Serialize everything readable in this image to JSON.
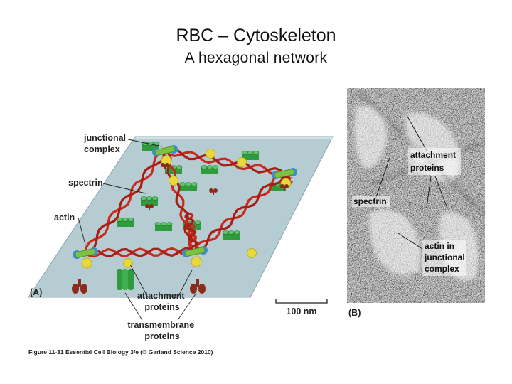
{
  "slide": {
    "title": "RBC – Cytoskeleton",
    "subtitle": "A hexagonal  network"
  },
  "panel_a": {
    "label": "(A)",
    "junctional_complex": [
      "junctional",
      "complex"
    ],
    "spectrin": "spectrin",
    "actin": "actin",
    "attachment_proteins": [
      "attachment",
      "proteins"
    ],
    "transmembrane_proteins": [
      "transmembrane",
      "proteins"
    ],
    "scale_bar": "100 nm"
  },
  "panel_b": {
    "label": "(B)",
    "attachment_proteins": [
      "attachment",
      "proteins"
    ],
    "spectrin": "spectrin",
    "actin_junctional": [
      "actin in",
      "junctional",
      "complex"
    ]
  },
  "caption": "Figure 11-31  Essential Cell Biology 3/e (© Garland Science 2010)",
  "colors": {
    "spectrin": "#c8281e",
    "actin": "#7cc242",
    "attachment": "#e8d83a",
    "transmembrane": "#2f9a3e",
    "junction_blue": "#3a8fd4",
    "membrane": "#b7cdd3"
  }
}
